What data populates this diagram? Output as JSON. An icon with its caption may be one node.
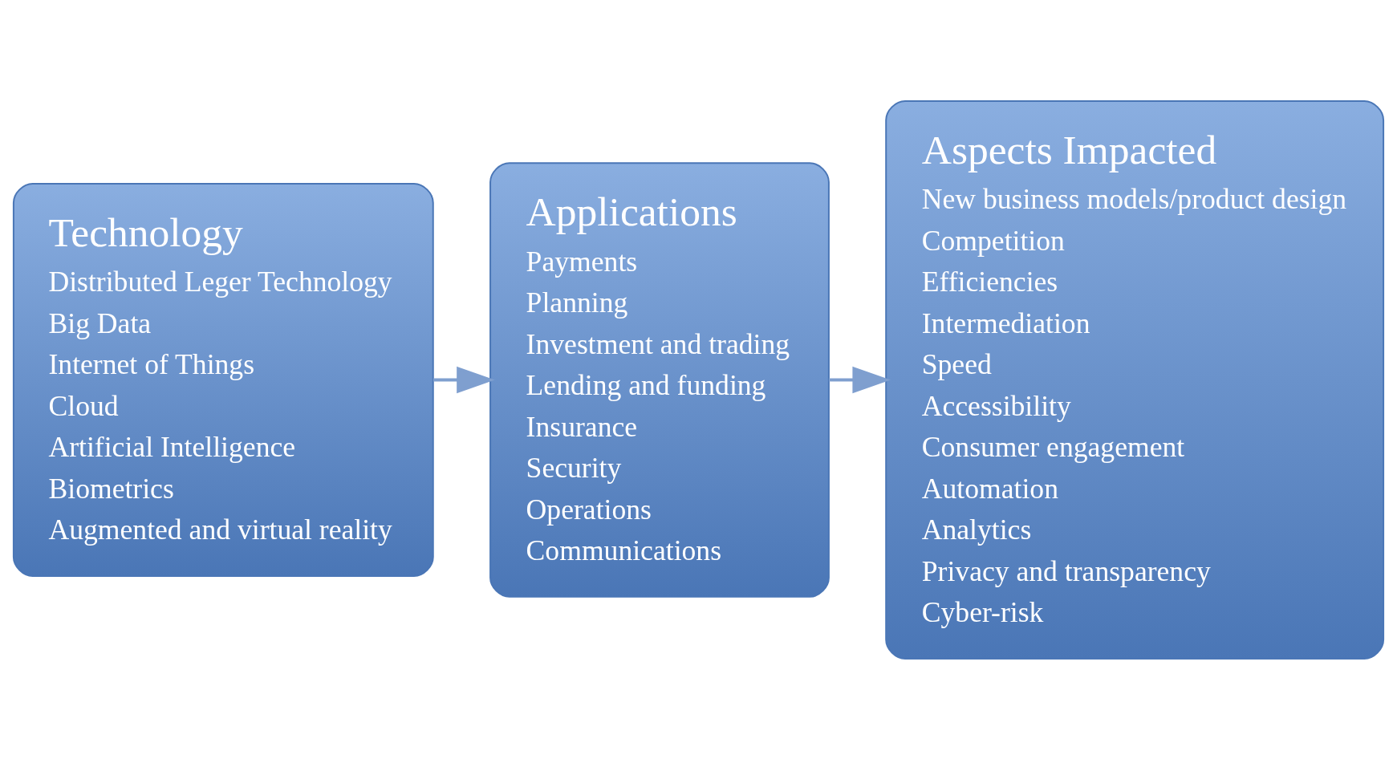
{
  "diagram": {
    "nodes": [
      {
        "text": [
          "Technology",
          "Distributed Leger Technology",
          "Big Data",
          "Internet of Things",
          "Cloud",
          "Artificial Intelligence",
          "Biometrics",
          "Augmented and virtual reality"
        ]
      },
      {
        "text": [
          "Applications",
          "Payments",
          "Planning",
          "Investment and trading",
          "Lending and funding",
          "Insurance",
          "Security",
          "Operations",
          "Communications"
        ]
      },
      {
        "text": [
          "Aspects Impacted",
          "New business models/product design",
          "Competition",
          "Efficiencies",
          "Intermediation",
          "Speed",
          "Accessibility",
          "Consumer engagement",
          "Automation",
          "Analytics",
          "Privacy and transparency",
          "Cyber-risk"
        ]
      }
    ],
    "edges": [
      {
        "from": 0,
        "to": 1,
        "arrow": "to"
      },
      {
        "from": 1,
        "to": 2,
        "arrow": "to"
      }
    ]
  }
}
